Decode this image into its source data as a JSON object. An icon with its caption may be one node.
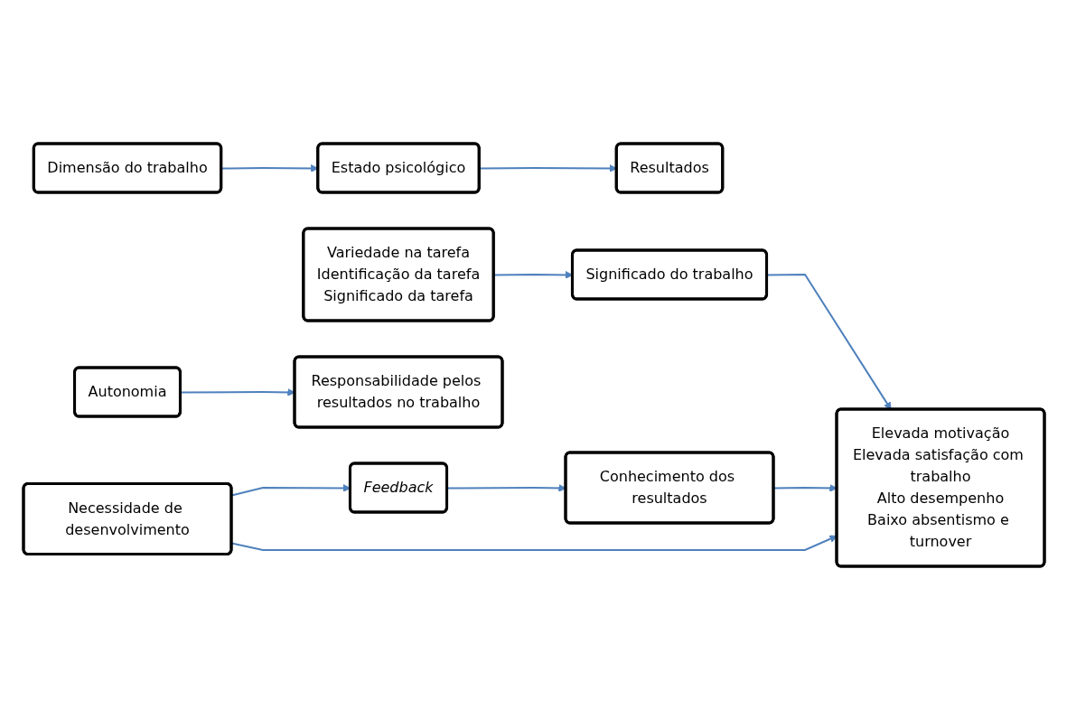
{
  "diagram": {
    "nodes": [
      {
        "text": [
          "Dimensão do trabalho"
        ]
      },
      {
        "text": [
          "Estado psicológico"
        ]
      },
      {
        "text": [
          "Resultados"
        ]
      },
      {
        "text": [
          "Variedade na tarefa",
          "Identificação da tarefa",
          "Significado da tarefa"
        ]
      },
      {
        "text": [
          "Significado do trabalho"
        ]
      },
      {
        "text": [
          "Autonomia"
        ]
      },
      {
        "text": [
          "Responsabilidade pelos resultados no trabalho"
        ]
      },
      {
        "text": [
          "Feedback"
        ]
      },
      {
        "text": [
          "Conhecimento dos resultados"
        ]
      },
      {
        "text": [
          "Elevada motivação",
          "Elevada satisfação com trabalho",
          "Alto desempenho",
          "Baixo absentismo e turnover"
        ]
      },
      {
        "text": [
          "Necessidade de desenvolvimento"
        ]
      }
    ],
    "edges": [
      {
        "from": 0,
        "to": 1,
        "arrow": "to"
      },
      {
        "from": 1,
        "to": 2,
        "arrow": "to"
      },
      {
        "from": 3,
        "to": 4,
        "arrow": "to"
      },
      {
        "from": 5,
        "to": 6,
        "arrow": "to"
      },
      {
        "from": 7,
        "to": 8,
        "arrow": "to"
      },
      {
        "from": 4,
        "to": 9,
        "arrow": "to"
      },
      {
        "from": 8,
        "to": 9,
        "arrow": "to"
      },
      {
        "from": 10,
        "to": 7,
        "arrow": "to"
      },
      {
        "from": 10,
        "to": 9,
        "arrow": "to"
      }
    ]
  }
}
